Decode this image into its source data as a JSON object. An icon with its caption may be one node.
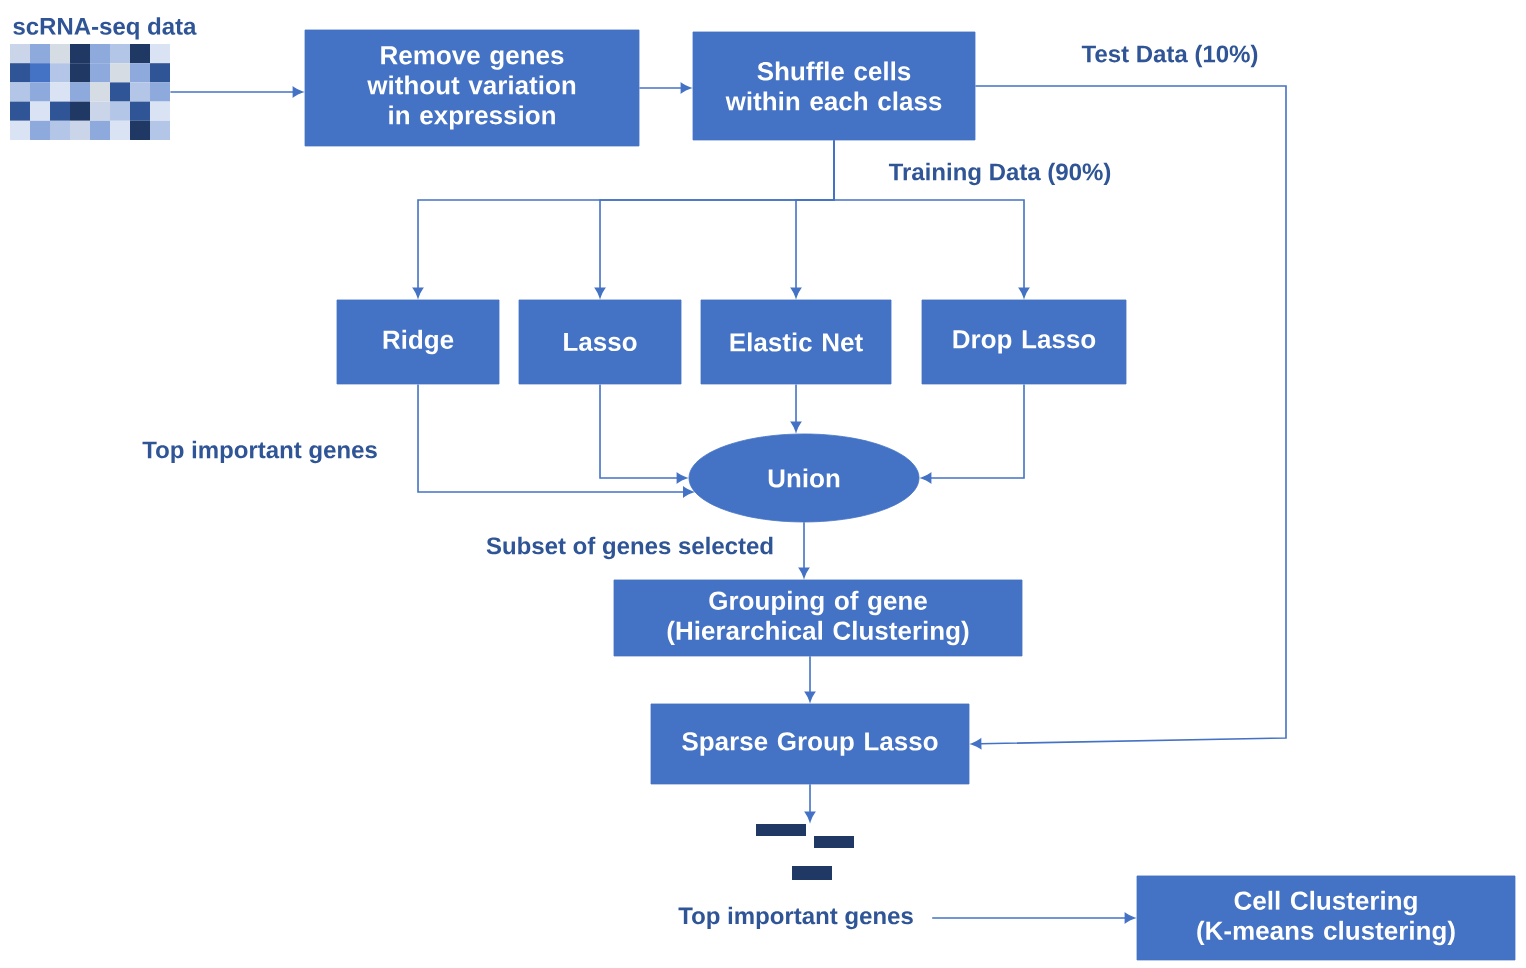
{
  "diagram": {
    "nodes": [
      {
        "text": [
          "scRNA-seq data"
        ]
      },
      {
        "text": [
          "Remove genes without variation in expression"
        ]
      },
      {
        "text": [
          "Shuffle cells within each class"
        ]
      },
      {
        "text": [
          "Ridge"
        ]
      },
      {
        "text": [
          "Lasso"
        ]
      },
      {
        "text": [
          "Elastic Net"
        ]
      },
      {
        "text": [
          "Drop Lasso"
        ]
      },
      {
        "text": [
          "Union"
        ]
      },
      {
        "text": [
          "Grouping of gene (Hierarchical Clustering)"
        ]
      },
      {
        "text": [
          "Sparse Group Lasso"
        ]
      },
      {
        "text": [],
        "shape": "picture"
      },
      {
        "text": [
          "Top important genes"
        ]
      },
      {
        "text": [
          "Cell Clustering (K-means clustering)"
        ]
      }
    ],
    "edges": [
      {
        "from": 0,
        "to": 1,
        "arrow": "to"
      },
      {
        "from": 1,
        "to": 2,
        "arrow": "to"
      },
      {
        "from": 2,
        "to": 3,
        "arrow": "to"
      },
      {
        "from": 2,
        "to": 4,
        "arrow": "to"
      },
      {
        "from": 2,
        "to": 5,
        "arrow": "to"
      },
      {
        "from": 2,
        "to": 6,
        "arrow": "to",
        "label": "Training Data (90%)"
      },
      {
        "from": 2,
        "to": 9,
        "arrow": "to",
        "label": "Test Data (10%)"
      },
      {
        "from": 3,
        "to": 7,
        "arrow": "to",
        "label": "Top important genes"
      },
      {
        "from": 4,
        "to": 7,
        "arrow": "to"
      },
      {
        "from": 5,
        "to": 7,
        "arrow": "to"
      },
      {
        "from": 6,
        "to": 7,
        "arrow": "to"
      },
      {
        "from": 7,
        "to": 8,
        "arrow": "to",
        "label": "Subset of genes selected"
      },
      {
        "from": 8,
        "to": 9,
        "arrow": "to"
      },
      {
        "from": 9,
        "to": 10,
        "arrow": "to"
      },
      {
        "from": 11,
        "to": 12,
        "arrow": "to"
      }
    ]
  }
}
